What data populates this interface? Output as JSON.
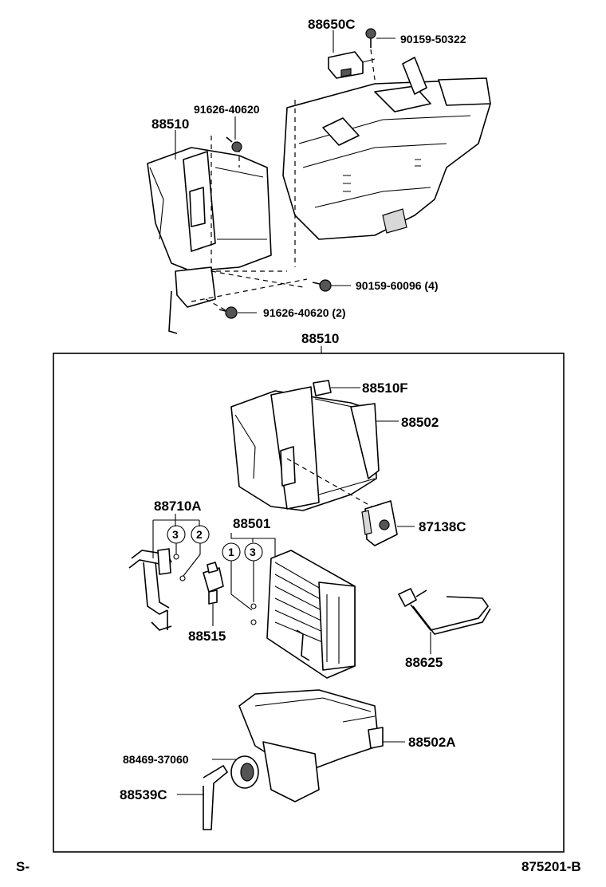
{
  "labels": {
    "p88650C": "88650C",
    "p90159_50322": "90159-50322",
    "p91626_40620": "91626-40620",
    "p88510_top": "88510",
    "p90159_60096": "90159-60096 (4)",
    "p91626_40620_2": "91626-40620 (2)",
    "p88510_box": "88510",
    "p88510F": "88510F",
    "p88502": "88502",
    "p88710A": "88710A",
    "p88501": "88501",
    "p87138C": "87138C",
    "p88515": "88515",
    "p88625": "88625",
    "p88502A": "88502A",
    "p88469_37060": "88469-37060",
    "p88539C": "88539C",
    "corner_left": "S-",
    "figure_code": "875201-B"
  },
  "callouts": {
    "c1": "1",
    "c2": "2",
    "c3a": "3",
    "c3b": "3"
  }
}
